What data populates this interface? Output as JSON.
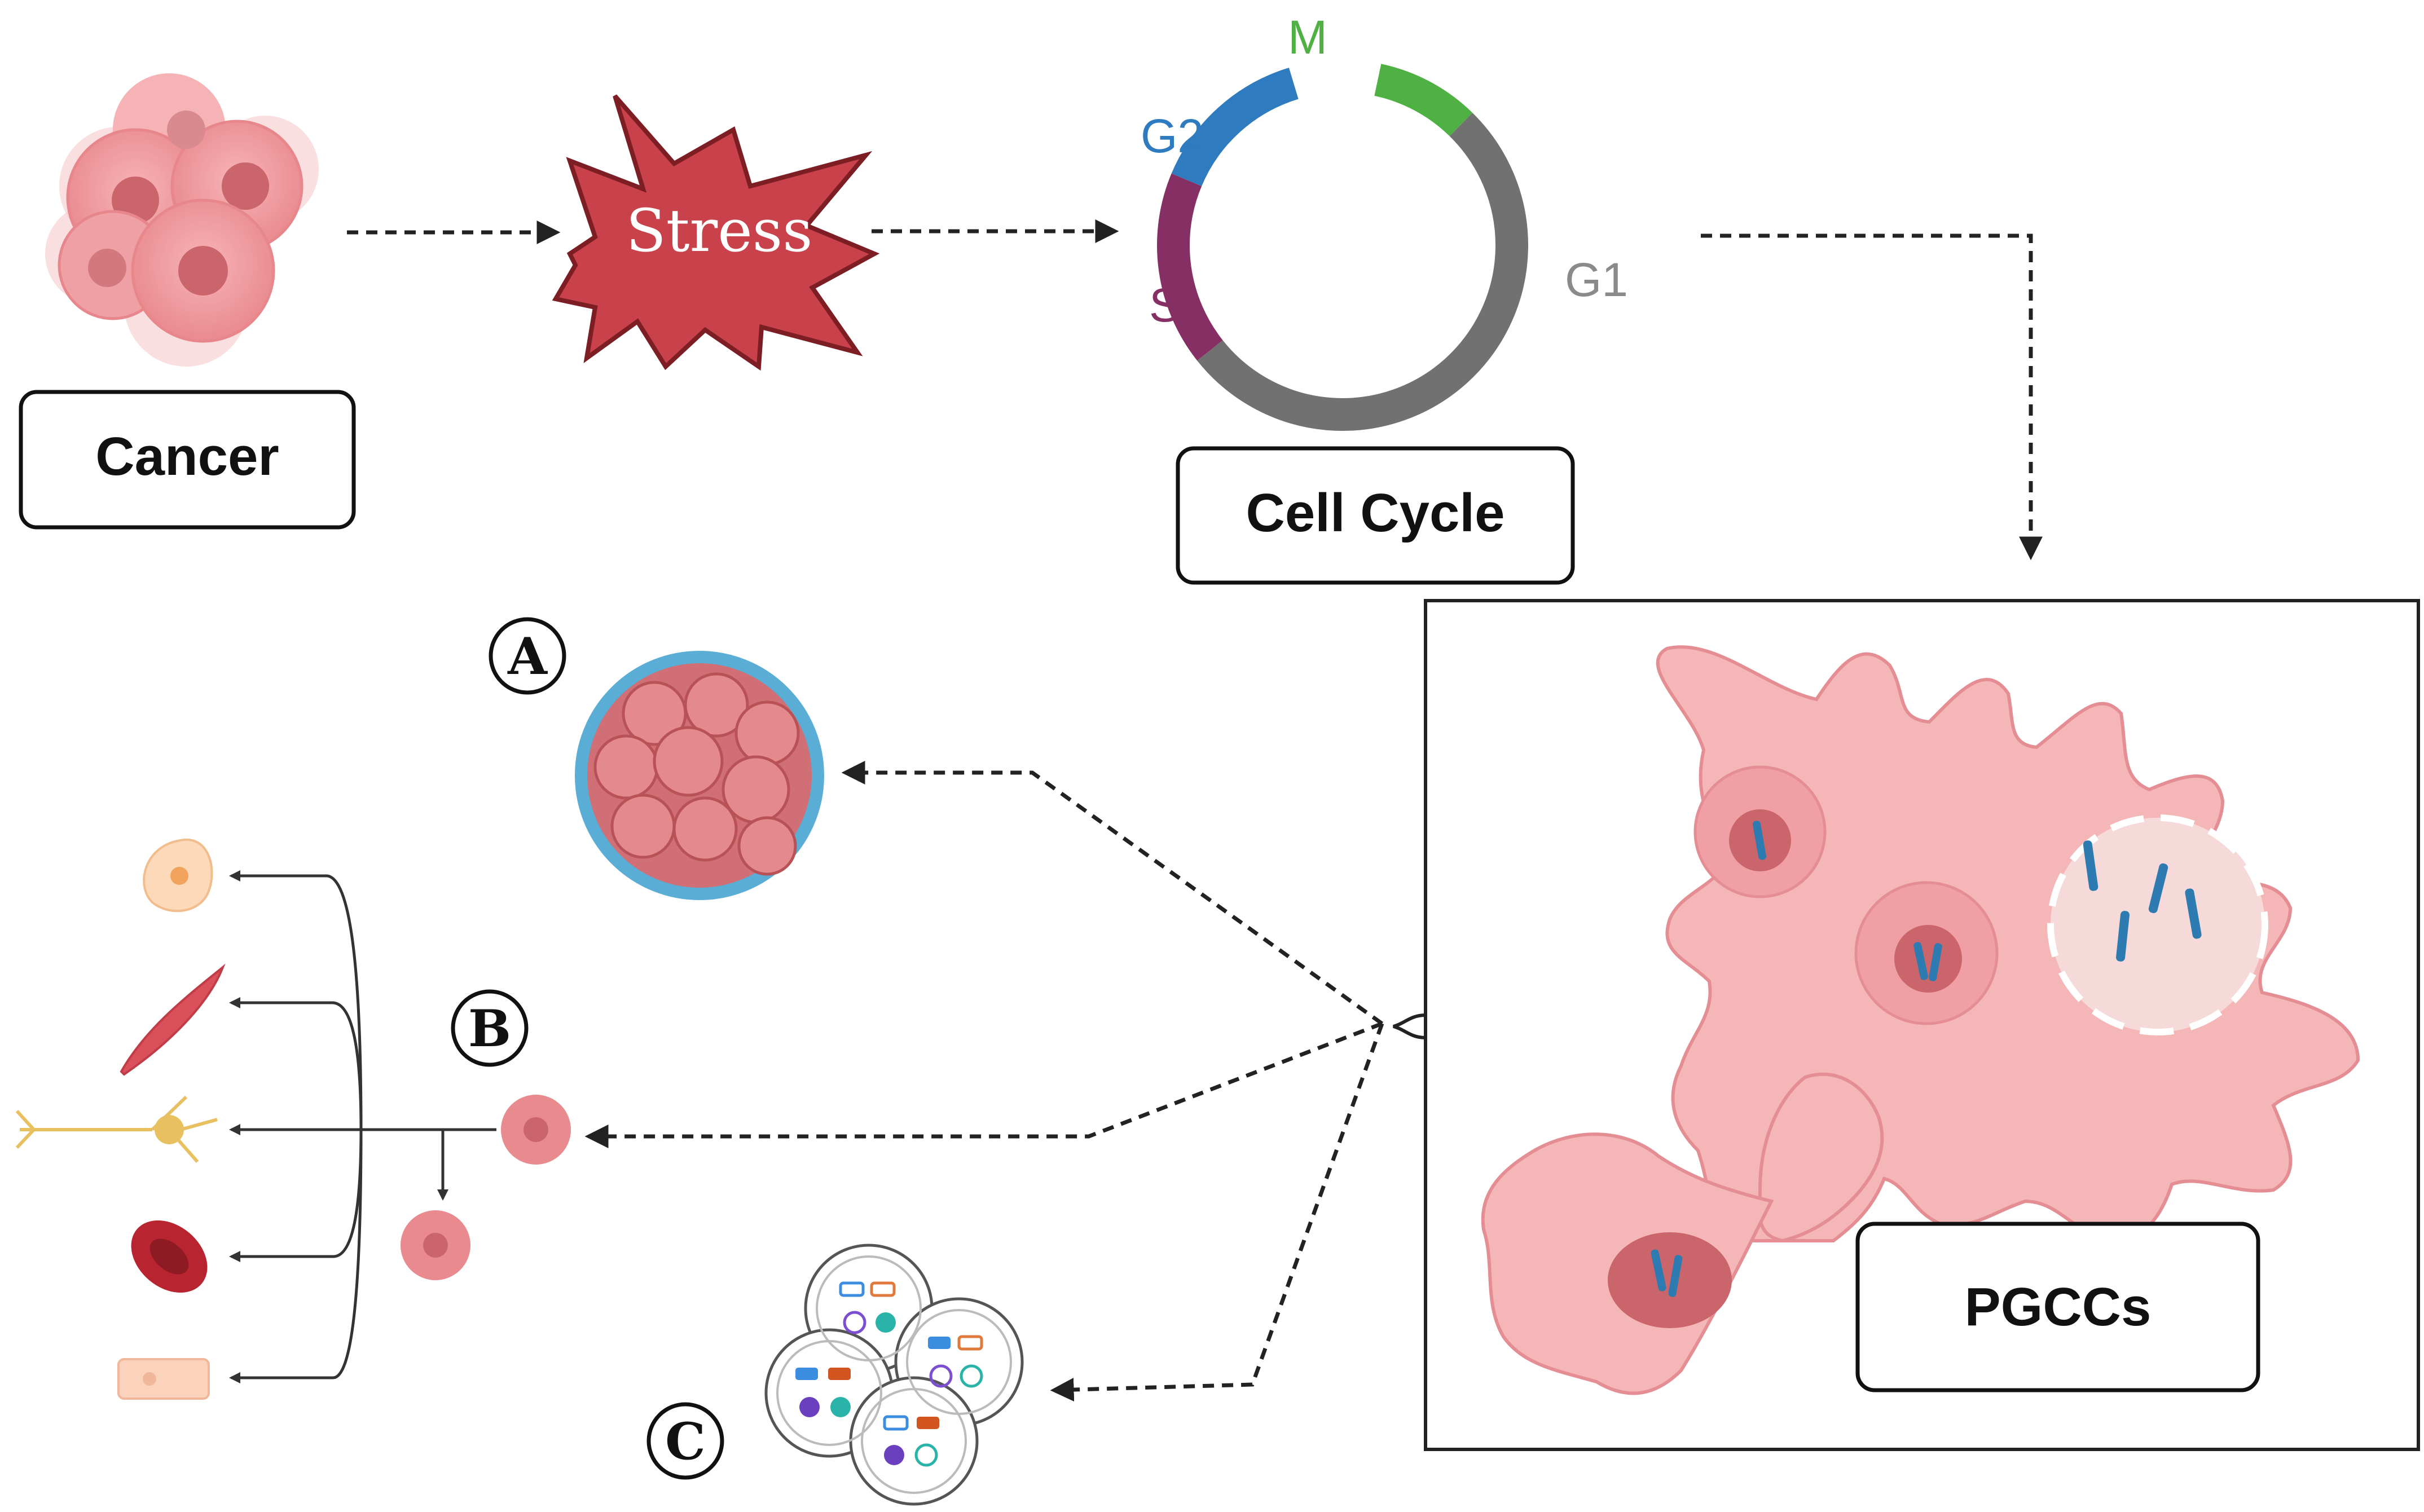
{
  "labels": {
    "cancer": "Cancer",
    "stress": "Stress",
    "cell_cycle": "Cell Cycle",
    "pgccs": "PGCCs",
    "outcome_a": "A",
    "outcome_b": "B",
    "outcome_c": "C"
  },
  "cell_cycle_phases": [
    {
      "name": "M",
      "fraction": 0.09,
      "color": "#4fb043"
    },
    {
      "name": "G1",
      "fraction": 0.52,
      "color": "#717171"
    },
    {
      "name": "S",
      "fraction": 0.17,
      "color": "#862f64"
    },
    {
      "name": "G2",
      "fraction": 0.14,
      "color": "#2f7bbf"
    }
  ],
  "colors": {
    "cell_fill": "#f2a3a6",
    "cell_dark": "#c9656b",
    "nucleus": "#b85257",
    "pgcc_fill": "#f5b6b8",
    "chromosome": "#2d7bb0",
    "stress_fill": "#c9414a",
    "spheroid_ring": "#5aaed6",
    "arrow": "#222222"
  },
  "icons": [
    "cancer-cells-icon",
    "stress-burst-icon",
    "pgcc-cell-icon",
    "spheroid-icon",
    "stem-cell-icon",
    "differentiated-cells-icon",
    "vesicles-icon"
  ]
}
